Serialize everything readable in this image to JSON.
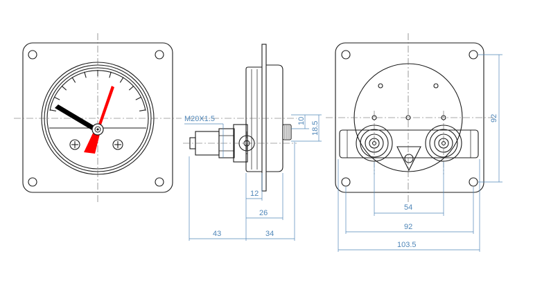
{
  "labels": {
    "thread": "M20X1.5",
    "dim_10": "10",
    "dim_18_5": "18.5",
    "dim_12": "12",
    "dim_26": "26",
    "dim_43": "43",
    "dim_34": "34",
    "dim_92_height": "92",
    "dim_54": "54",
    "dim_92_width": "92",
    "dim_103_5": "103.5"
  },
  "colors": {
    "line": "#1a1a1a",
    "dimension": "#4f86b8",
    "pointer_red": "#ff0000",
    "pointer_black": "#000000"
  },
  "gauge": {
    "tick_count": 11
  }
}
